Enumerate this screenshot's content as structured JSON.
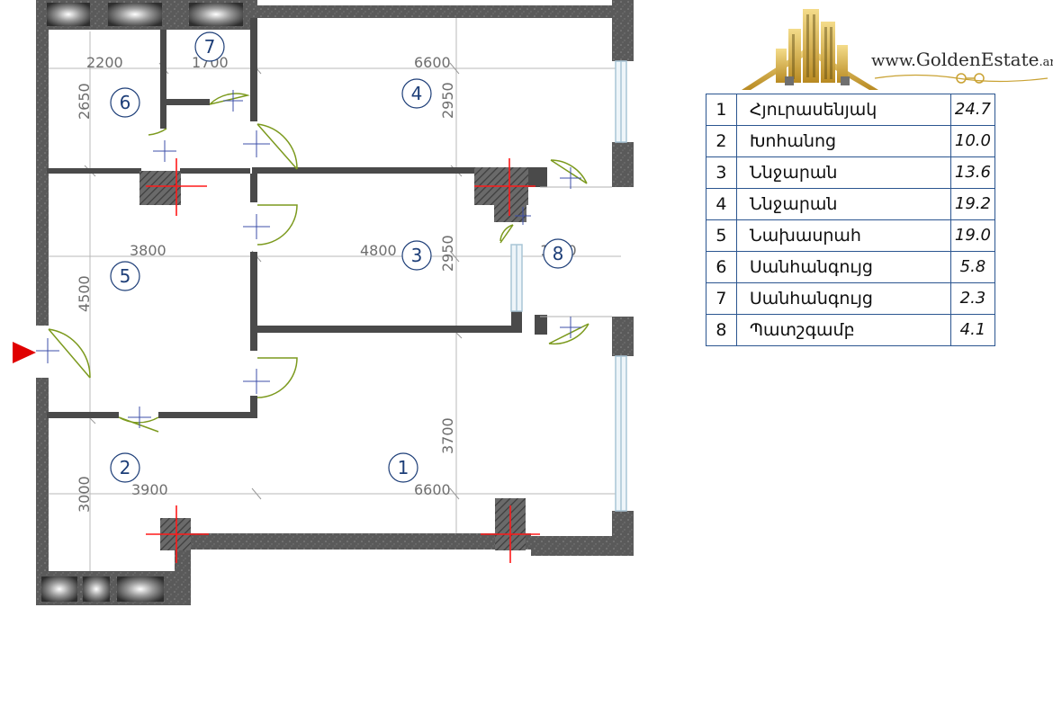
{
  "logo": {
    "prefix": "www.",
    "name": "GoldenEstate",
    "suffix": ".am",
    "colors": {
      "gold": "#c9a233",
      "gold_light": "#f0d27a"
    }
  },
  "plan": {
    "colors": {
      "wall": "#5a5a5a",
      "hatch": "#454545",
      "dim_line": "#b9b9b9",
      "dim_text": "#6e6e6e",
      "room_label": "#1d3e78",
      "marker": "#ff0000",
      "entry": "#e00000",
      "door": "#7c9a1e",
      "window": "#a9c5d6"
    },
    "dimensions": [
      {
        "id": "d-2200",
        "text": "2200"
      },
      {
        "id": "d-1700",
        "text": "1700"
      },
      {
        "id": "d-6600-top",
        "text": "6600"
      },
      {
        "id": "d-2650",
        "text": "2650"
      },
      {
        "id": "d-2950-top",
        "text": "2950"
      },
      {
        "id": "d-3800",
        "text": "3800"
      },
      {
        "id": "d-4800",
        "text": "4800"
      },
      {
        "id": "d-2950-mid",
        "text": "2950"
      },
      {
        "id": "d-1900",
        "text": "1900"
      },
      {
        "id": "d-4500",
        "text": "4500"
      },
      {
        "id": "d-3700",
        "text": "3700"
      },
      {
        "id": "d-3900",
        "text": "3900"
      },
      {
        "id": "d-6600-bottom",
        "text": "6600"
      },
      {
        "id": "d-3000",
        "text": "3000"
      }
    ],
    "room_labels": [
      "1",
      "2",
      "3",
      "4",
      "5",
      "6",
      "7",
      "8"
    ]
  },
  "legend": {
    "rows": [
      {
        "num": "1",
        "name": "Հյուրասենյակ",
        "area": "24.7"
      },
      {
        "num": "2",
        "name": "Խոհանոց",
        "area": "10.0"
      },
      {
        "num": "3",
        "name": "Ննջարան",
        "area": "13.6"
      },
      {
        "num": "4",
        "name": "Ննջարան",
        "area": "19.2"
      },
      {
        "num": "5",
        "name": "Նախասրահ",
        "area": "19.0"
      },
      {
        "num": "6",
        "name": "Սանհանգույց",
        "area": "5.8"
      },
      {
        "num": "7",
        "name": "Սանհանգույց",
        "area": "2.3"
      },
      {
        "num": "8",
        "name": "Պատշգամբ",
        "area": "4.1"
      }
    ]
  }
}
